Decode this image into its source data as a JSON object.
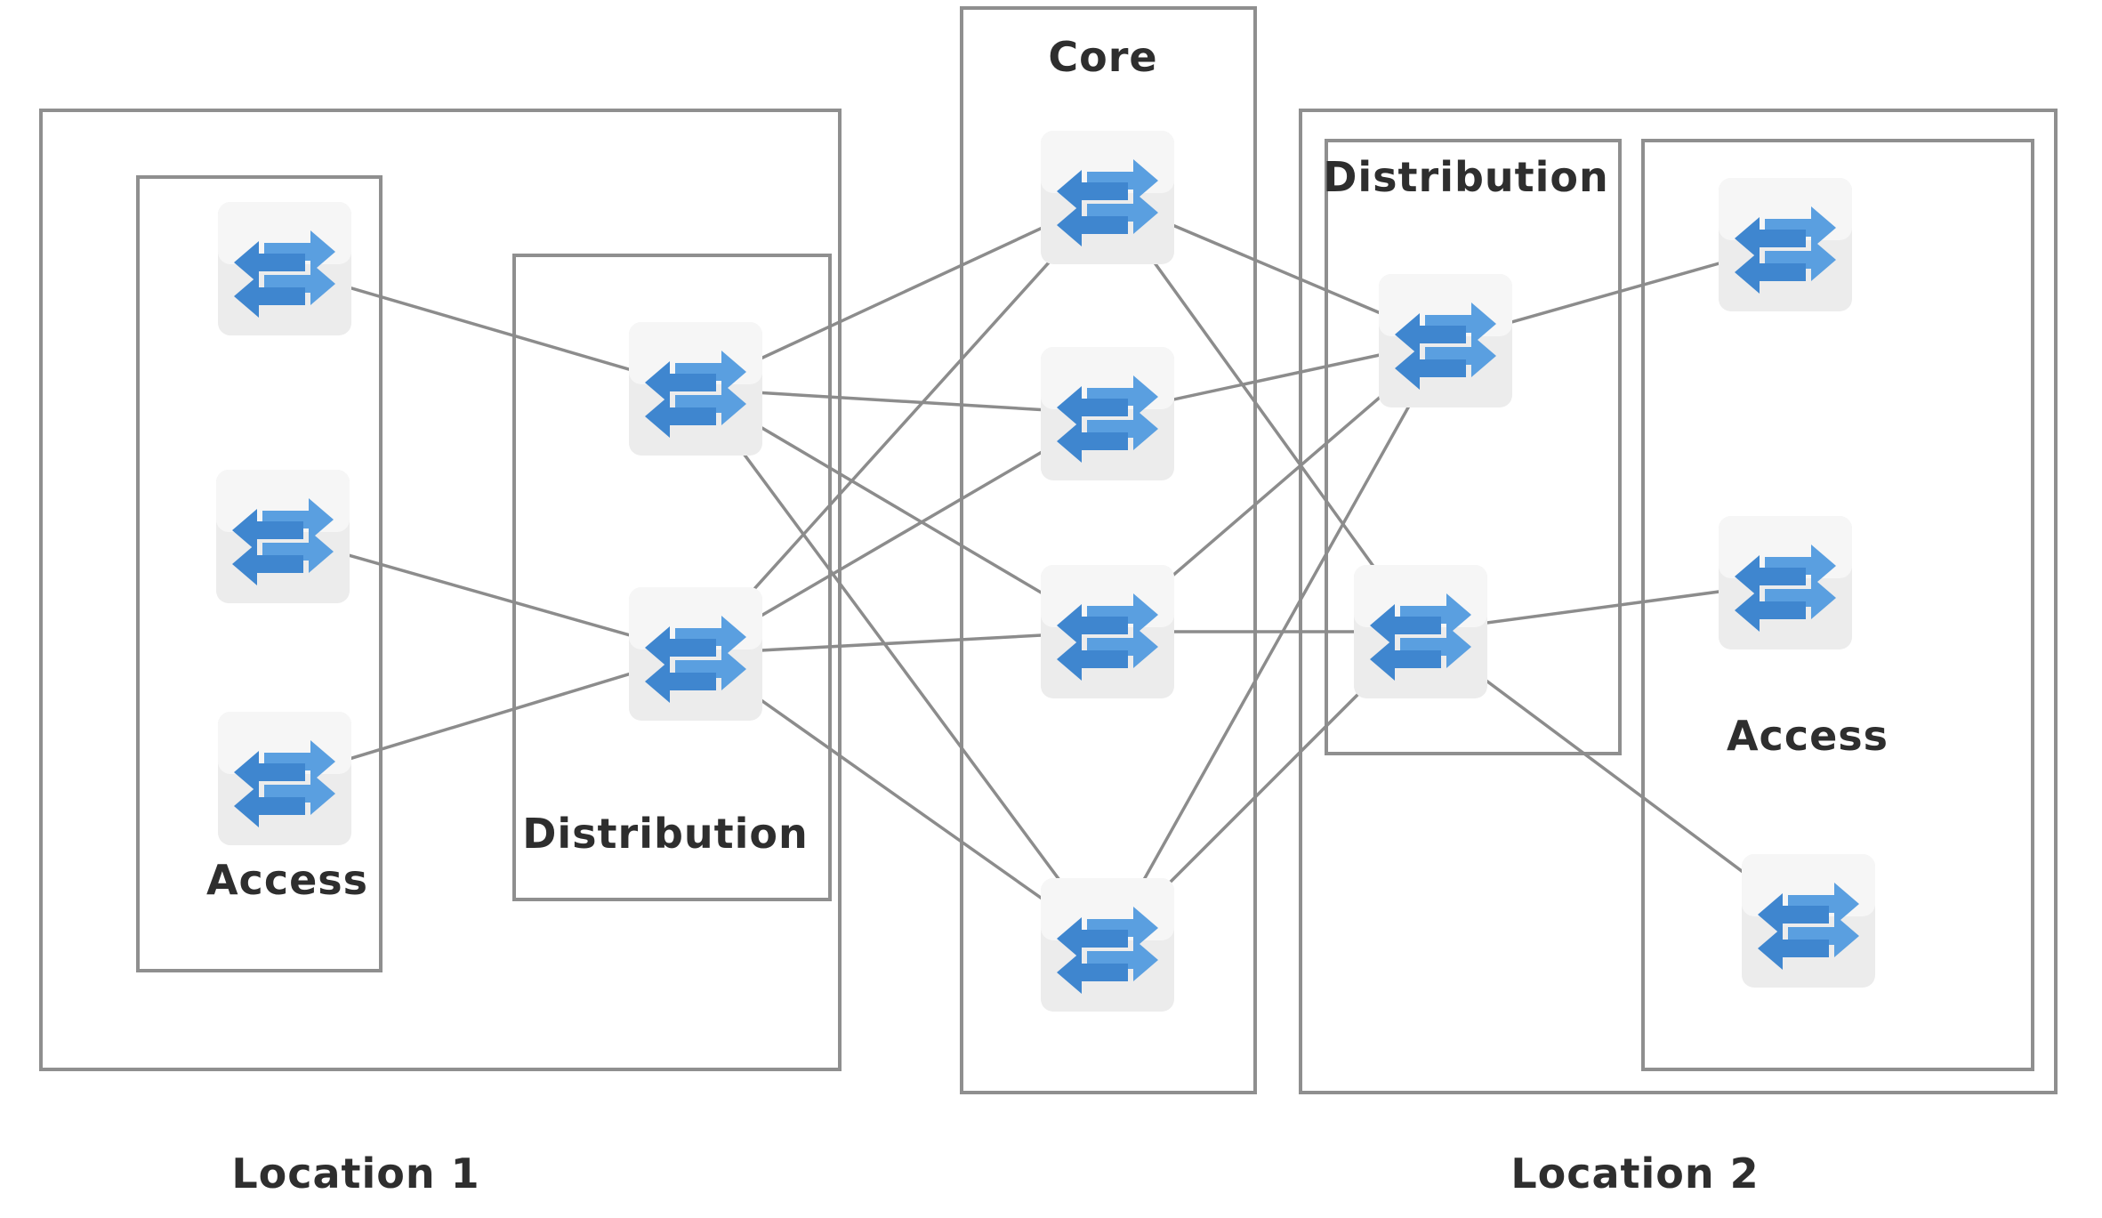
{
  "title": "",
  "colors": {
    "frame": "#8f8f8f",
    "link": "#8c8c8c",
    "switch_body": "#ececec",
    "switch_arrows": "#5a9fe0",
    "label": "#2e2e2e"
  },
  "icons": {
    "switch": "network-switch-icon"
  },
  "groups": {
    "location1": {
      "label": "Location 1"
    },
    "location2": {
      "label": "Location 2"
    },
    "core": {
      "label": "Core"
    },
    "l1_access": {
      "label": "Access"
    },
    "l1_distribution": {
      "label": "Distribution"
    },
    "l2_distribution": {
      "label": "Distribution"
    },
    "l2_access": {
      "label": "Access"
    }
  },
  "switches": [
    {
      "id": "l1a1",
      "group": "l1_access"
    },
    {
      "id": "l1a2",
      "group": "l1_access"
    },
    {
      "id": "l1a3",
      "group": "l1_access"
    },
    {
      "id": "l1d1",
      "group": "l1_distribution"
    },
    {
      "id": "l1d2",
      "group": "l1_distribution"
    },
    {
      "id": "c1",
      "group": "core"
    },
    {
      "id": "c2",
      "group": "core"
    },
    {
      "id": "c3",
      "group": "core"
    },
    {
      "id": "c4",
      "group": "core"
    },
    {
      "id": "l2d1",
      "group": "l2_distribution"
    },
    {
      "id": "l2d2",
      "group": "l2_distribution"
    },
    {
      "id": "l2a1",
      "group": "l2_access"
    },
    {
      "id": "l2a2",
      "group": "l2_access"
    },
    {
      "id": "l2a3",
      "group": "l2_access"
    }
  ],
  "links": [
    [
      "l1a1",
      "l1d1"
    ],
    [
      "l1a2",
      "l1d2"
    ],
    [
      "l1a3",
      "l1d2"
    ],
    [
      "l1d1",
      "c1"
    ],
    [
      "l1d1",
      "c2"
    ],
    [
      "l1d1",
      "c3"
    ],
    [
      "l1d1",
      "c4"
    ],
    [
      "l1d2",
      "c1"
    ],
    [
      "l1d2",
      "c2"
    ],
    [
      "l1d2",
      "c3"
    ],
    [
      "l1d2",
      "c4"
    ],
    [
      "c1",
      "l2d1"
    ],
    [
      "c1",
      "l2d2"
    ],
    [
      "c2",
      "l2d1"
    ],
    [
      "c3",
      "l2d1"
    ],
    [
      "c3",
      "l2d2"
    ],
    [
      "c4",
      "l2d1"
    ],
    [
      "c4",
      "l2d2"
    ],
    [
      "l2d1",
      "l2a1"
    ],
    [
      "l2d2",
      "l2a2"
    ],
    [
      "l2d2",
      "l2a3"
    ]
  ]
}
